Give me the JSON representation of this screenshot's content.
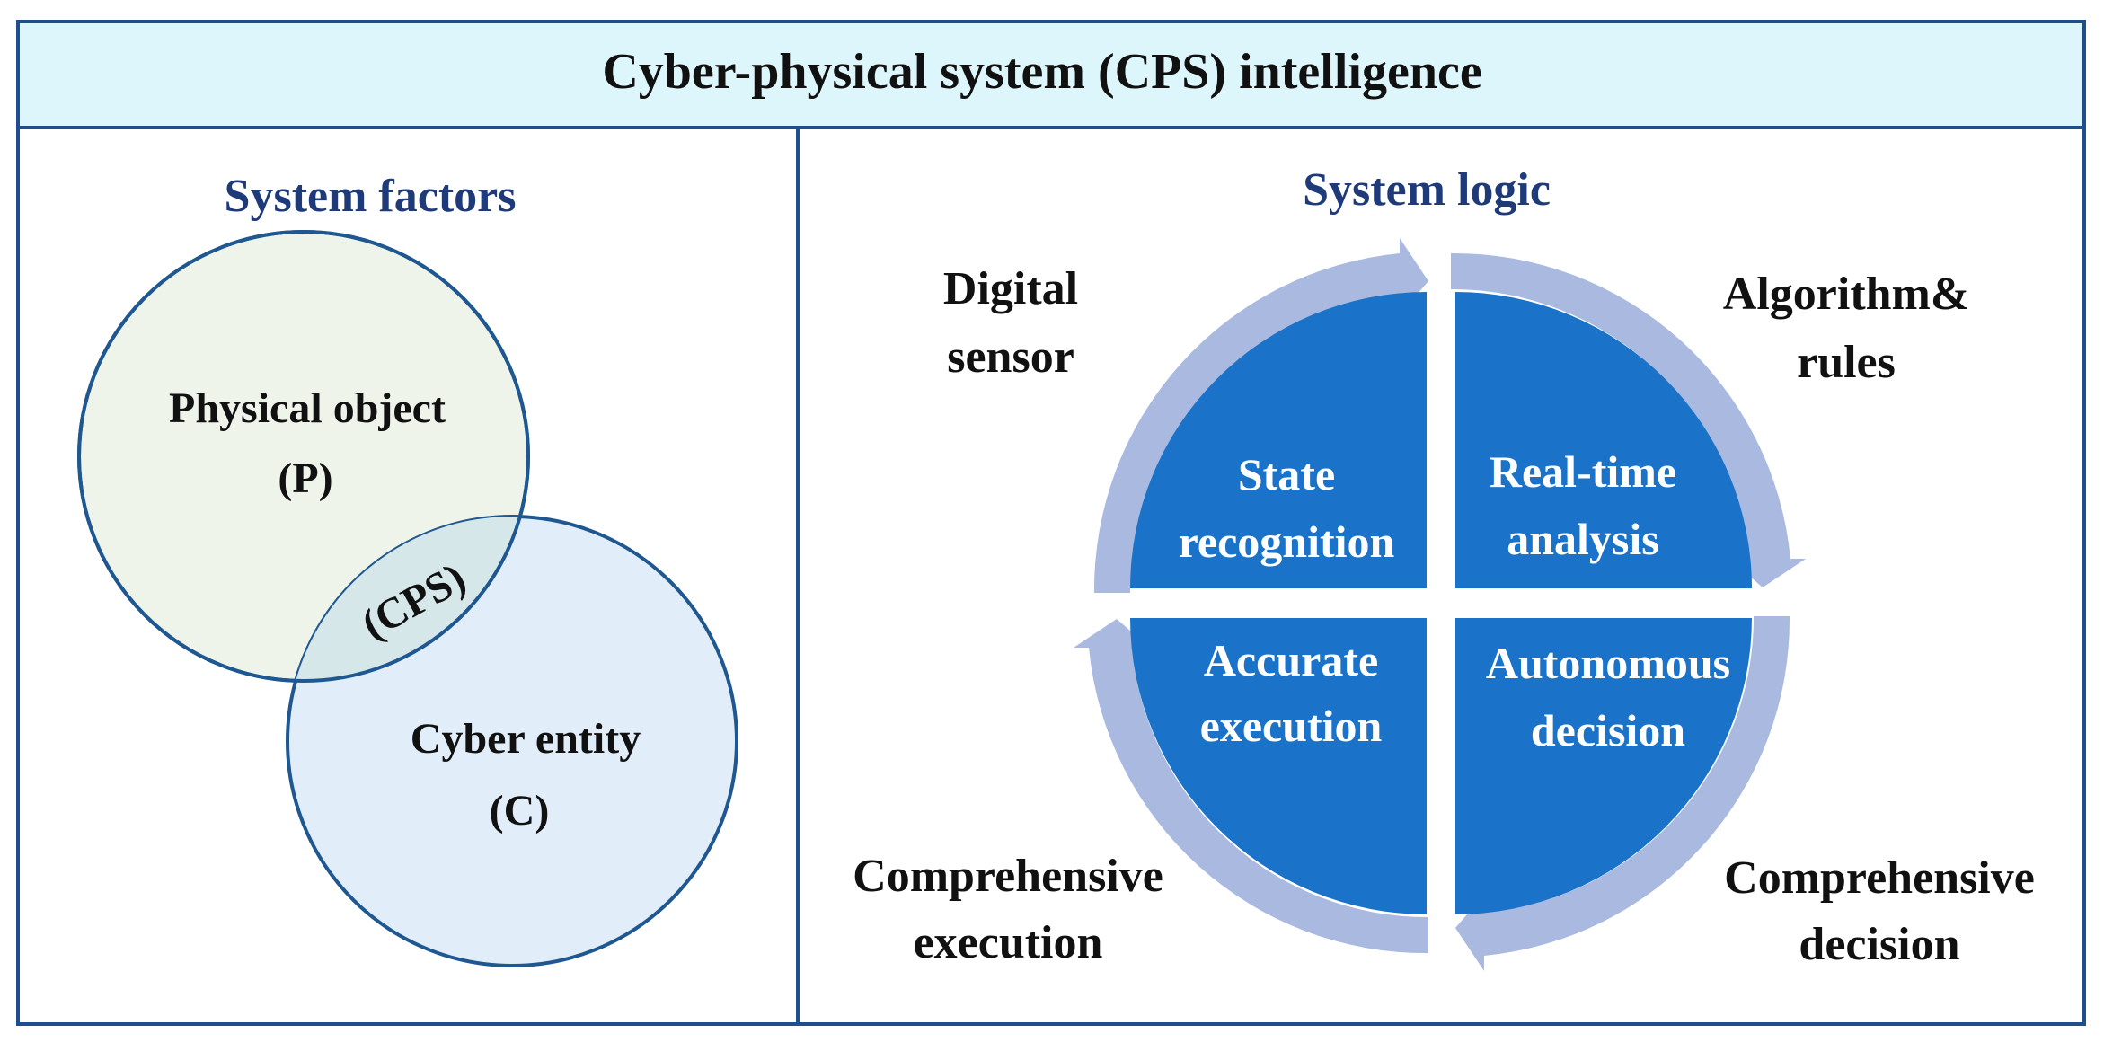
{
  "title": "Cyber-physical system (CPS) intelligence",
  "left_panel": {
    "heading": "System factors",
    "physical": {
      "line1": "Physical object",
      "line2": "(P)"
    },
    "cyber": {
      "line1": "Cyber entity",
      "line2": "(C)"
    },
    "overlap": "(CPS)"
  },
  "right_panel": {
    "heading": "System logic",
    "quadrants": [
      {
        "line1": "State",
        "line2": "recognition"
      },
      {
        "line1": "Real-time",
        "line2": "analysis"
      },
      {
        "line1": "Accurate",
        "line2": "execution"
      },
      {
        "line1": "Autonomous",
        "line2": "decision"
      }
    ],
    "corner_labels": {
      "top_left": {
        "line1": "Digital",
        "line2": "sensor"
      },
      "top_right": {
        "line1": "Algorithm&",
        "line2": "rules"
      },
      "bottom_left": {
        "line1": "Comprehensive",
        "line2": "execution"
      },
      "bottom_right": {
        "line1": "Comprehensive",
        "line2": "decision"
      }
    }
  },
  "colors": {
    "border": "#1e4e8c",
    "title_bg": "#dcf6fb",
    "heading": "#1f3a78",
    "circle_p_fill": "#eef4ea",
    "circle_c_fill": "#e1eef9",
    "overlap_fill": "#d6e7ea",
    "circle_stroke": "#1f5790",
    "quadrant_fill": "#1a73c8",
    "arrow_fill": "#a9b9df",
    "text_dark": "#111111",
    "text_light": "#ffffff"
  }
}
